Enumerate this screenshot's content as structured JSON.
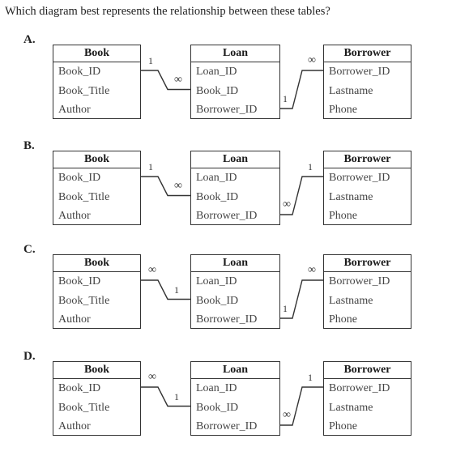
{
  "question": "Which diagram best represents the relationship between these tables?",
  "tables": {
    "book": {
      "title": "Book",
      "attributes": [
        "Book_ID",
        "Book_Title",
        "Author"
      ]
    },
    "loan": {
      "title": "Loan",
      "attributes": [
        "Loan_ID",
        "Book_ID",
        "Borrower_ID"
      ]
    },
    "borrower": {
      "title": "Borrower",
      "attributes": [
        "Borrower_ID",
        "Lastname",
        "Phone"
      ]
    }
  },
  "options": [
    {
      "letter": "A.",
      "book_loan": {
        "book_end": "1",
        "loan_end": "∞"
      },
      "loan_borrower": {
        "loan_end": "1",
        "borrower_end": "∞"
      }
    },
    {
      "letter": "B.",
      "book_loan": {
        "book_end": "1",
        "loan_end": "∞"
      },
      "loan_borrower": {
        "loan_end": "∞",
        "borrower_end": "1"
      }
    },
    {
      "letter": "C.",
      "book_loan": {
        "book_end": "∞",
        "loan_end": "1"
      },
      "loan_borrower": {
        "loan_end": "1",
        "borrower_end": "∞"
      }
    },
    {
      "letter": "D.",
      "book_loan": {
        "book_end": "∞",
        "loan_end": "1"
      },
      "loan_borrower": {
        "loan_end": "∞",
        "borrower_end": "1"
      }
    }
  ]
}
